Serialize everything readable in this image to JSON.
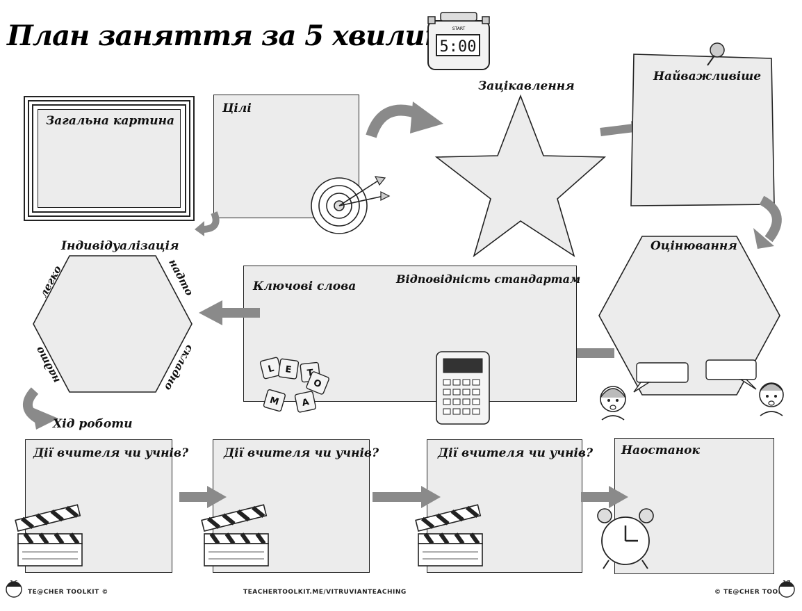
{
  "title": "План заняття за 5 хвилин",
  "timer": {
    "start_label": "START",
    "display": "5:00"
  },
  "sections": {
    "big_picture": "Загальна картина",
    "goals": "Цілі",
    "engagement": "Зацікавлення",
    "most_important": "Найважливіше",
    "assessment": "Оцінювання",
    "keywords": "Ключові слова",
    "standards": "Відповідність стандартам",
    "individualization": "Індивідуалізація",
    "workflow": "Хід роботи",
    "step1": "Дії вчителя чи учнів?",
    "step2": "Дії вчителя чи учнів?",
    "step3": "Дії вчителя чи учнів?",
    "final": "Наостанок"
  },
  "hexagon_sides": {
    "easy": "легко",
    "great": "надто",
    "hard": "складно",
    "too": "надто"
  },
  "tiles": [
    "L",
    "E",
    "T",
    "O",
    "M",
    "A"
  ],
  "footer": {
    "left_page": "16",
    "left_brand": "TE@CHER TOOLKIT ©",
    "url": "TEACHERTOOLKIT.ME/VITRUVIANTEACHING",
    "right_brand": "© TE@CHER TOOLKIT",
    "right_page": "17"
  },
  "colors": {
    "box_fill": "#ececec",
    "arrow": "#8a8a8a",
    "ink": "#111111"
  }
}
